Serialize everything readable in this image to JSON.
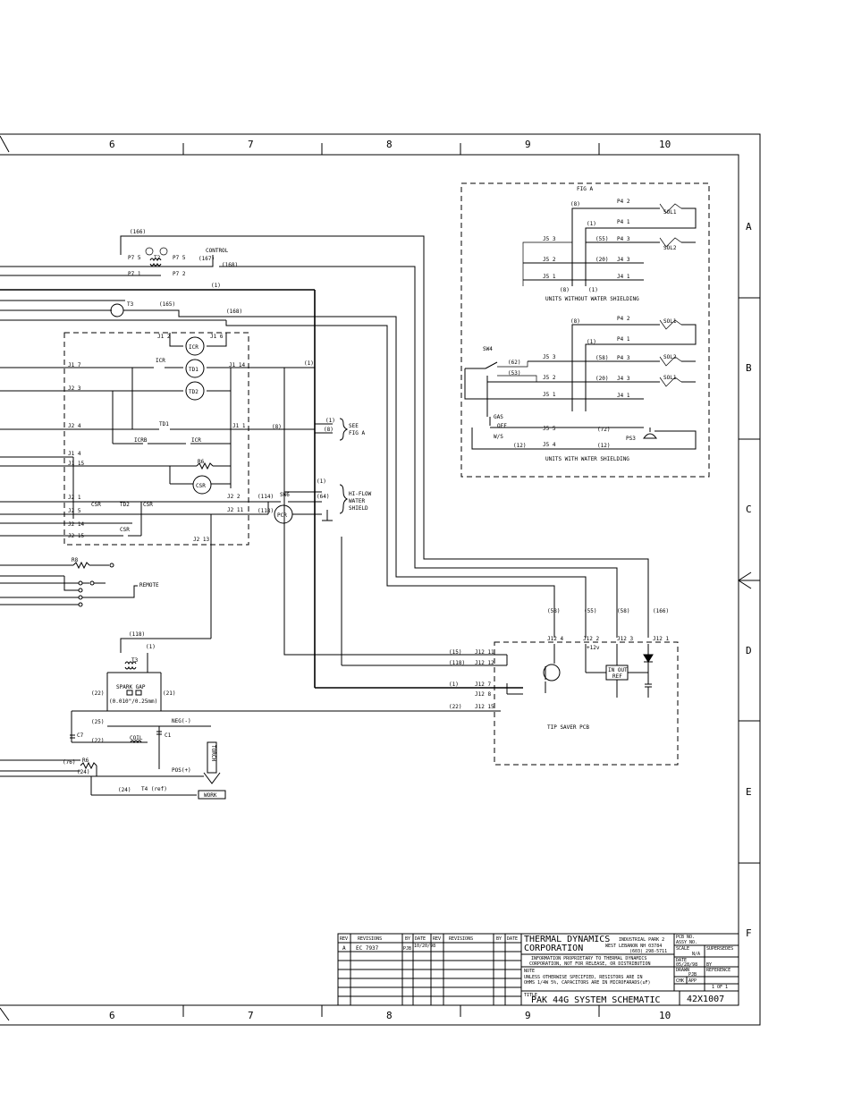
{
  "zones": {
    "columns": [
      "6",
      "7",
      "8",
      "9",
      "10"
    ],
    "rows": [
      "A",
      "B",
      "C",
      "D",
      "E",
      "F"
    ]
  },
  "fig_a": {
    "title": "FIG A",
    "without": {
      "caption": "UNITS WITHOUT WATER SHIELDING",
      "wire_8": "(8)",
      "wire_1": "(1)",
      "wire_55": "(55)",
      "wire_20": "(20)",
      "p4_2": "P4 2",
      "p4_1": "P4 1",
      "p4_3": "P4 3",
      "j4_3": "J4 3",
      "j4_1": "J4 1",
      "j5_3": "J5 3",
      "j5_2": "J5 2",
      "j5_1": "J5 1",
      "sol1": "SOL1",
      "sol2": "SOL2",
      "bot_8": "(8)",
      "bot_1": "(1)"
    },
    "with": {
      "caption": "UNITS WITH WATER SHIELDING",
      "sw4": "SW4",
      "wire_62": "(62)",
      "wire_53": "(53)",
      "wire_8": "(8)",
      "wire_1": "(1)",
      "wire_58": "(58)",
      "wire_20": "(20)",
      "wire_72": "(72)",
      "wire_12a": "(12)",
      "wire_12b": "(12)",
      "p4_2": "P4 2",
      "p4_1": "P4 1",
      "p4_3": "P4 3",
      "j4_3": "J4 3",
      "j4_1": "J4 1",
      "j5_3": "J5 3",
      "j5_2": "J5 2",
      "j5_1": "J5 1",
      "j5_5": "J5 5",
      "j5_4": "J5 4",
      "sol1a": "SOL1",
      "sol2": "SOL2",
      "sol1b": "SOL1",
      "ps3": "PS3",
      "gas": "GAS",
      "off": "OFF",
      "ws": "W/S"
    }
  },
  "main": {
    "w166a": "(166)",
    "control": "CONTROL",
    "w167": "(167)",
    "w168": "(168)",
    "p7_5a": "P7 5",
    "t2": "T2",
    "p7_5b": "P7 5",
    "p7_1": "P7 1",
    "p7_2": "P7 2",
    "w1a": "(1)",
    "t3a": "T3",
    "w165": "(165)",
    "w168b": "(168)",
    "j1_2": "J1 2",
    "j1_6": "J1 6",
    "icr_coil": "ICR",
    "j1_7": "J1 7",
    "icr_contact": "ICR",
    "td1_coil": "TD1",
    "j1_14": "J1 14",
    "w1b": "(1)",
    "j2_3": "J2 3",
    "td2_coil": "TD2",
    "j2_4": "J2 4",
    "td1_contact": "TD1",
    "j1_1": "J1 1",
    "w8": "(8)",
    "see_w1": "(1)",
    "see_w8": "(8)",
    "see": "SEE",
    "fig_a": "FIG A",
    "icrb": "ICRB",
    "icr_b2": "ICR",
    "j1_4": "J1 4",
    "j1_15": "J1 15",
    "r6a": "R6",
    "csr_coil": "CSR",
    "j2_1": "J2 1",
    "j2_5": "J2 5",
    "csr_c1": "CSR",
    "td2_contact": "TD2",
    "csr_c2": "CSR",
    "j2_14": "J2 14",
    "j2_15": "J2 15",
    "csr_cap": "CSR",
    "j2_2": "J2 2",
    "w114": "(114)",
    "sw6": "SW6",
    "w64": "(64)",
    "hi_flow": "HI-FLOW",
    "water": "WATER",
    "shield": "SHIELD",
    "w1c": "(1)",
    "j2_11": "J2 11",
    "w118": "(118)",
    "pcr": "PCR",
    "j2_13": "J2 13",
    "r8": "R8",
    "remote": "REMOTE",
    "w118b": "(118)",
    "w1d": "(1)",
    "t3b": "T3",
    "spark_gap": "SPARK GAP",
    "gap_size": "(0.010\"/0.25mm)",
    "w22a": "(22)",
    "w21": "(21)",
    "w25": "(25)",
    "neg": "NEG(-)",
    "c7": "C7",
    "w22b": "(22)",
    "coil": "COIL",
    "c1": "C1",
    "torch": "TORCH",
    "w76": "(76)",
    "r6b": "R6",
    "w24a": "(24)",
    "pos": "POS(+)",
    "w24b": "(24)",
    "t4": "T4 (ref)",
    "work": "WORK"
  },
  "tip_saver": {
    "label": "TIP SAVER PCB",
    "w58a": "(58)",
    "w55": "(55)",
    "w58b": "(58)",
    "w166": "(166)",
    "j12_4": "J12 4",
    "j12_2": "J12 2",
    "j12_3": "J12 3",
    "j12_1": "J12 1",
    "plus12": "+12v",
    "w15": "(15)",
    "w118": "(118)",
    "w1": "(1)",
    "w22": "(22)",
    "j12_11": "J12 11",
    "j12_12": "J12 12",
    "j12_7": "J12 7",
    "j12_8": "J12 8",
    "j12_15": "J12 15",
    "reg": "IN OUT",
    "ref": "REF"
  },
  "title_block": {
    "rev_hdr": "REV",
    "revisions_hdr": "REVISIONS",
    "by_hdr": "BY",
    "date_hdr": "DATE",
    "rev_hdr2": "REV",
    "revisions_hdr2": "REVISIONS",
    "by_hdr2": "BY",
    "date_hdr2": "DATE",
    "rev_a": "A",
    "rev_a_desc": "EC 7937",
    "rev_a_by": "PJB",
    "rev_a_date": "10/20/98",
    "company_line1": "THERMAL DYNAMICS",
    "company_line2": "CORPORATION",
    "address1": "INDUSTRIAL PARK 2",
    "address2": "WEST LEBANON NH 03784",
    "phone": "(603) 298-5711",
    "proprietary1": "INFORMATION PROPRIETARY TO THERMAL DYNAMICS",
    "proprietary2": "CORPORATION, NOT FOR RELEASE, OR DISTRIBUTION",
    "note": "NOTE",
    "note1": "UNLESS OTHERWISE SPECIFIED, RESISTORS ARE IN",
    "note2": "OHMS 1/4W 5%, CAPACITORS ARE IN MICROFARADS(uF)",
    "title_label": "TITLE",
    "title": "PAK 44G SYSTEM SCHEMATIC",
    "pcb_no": "PCB NO.",
    "assy_no": "ASSY NO.",
    "scale": "SCALE",
    "scale_val": "N/A",
    "supersedes": "SUPERSEDES",
    "date": "DATE",
    "date_val": "05/28/98",
    "by": "BY",
    "drawn": "DRAWN",
    "drawn_val": "PJB",
    "reference": "REFERENCE",
    "chk": "CHK",
    "app": "APP",
    "sheet": "1 OF 1",
    "dwg_no": "42X1007"
  }
}
